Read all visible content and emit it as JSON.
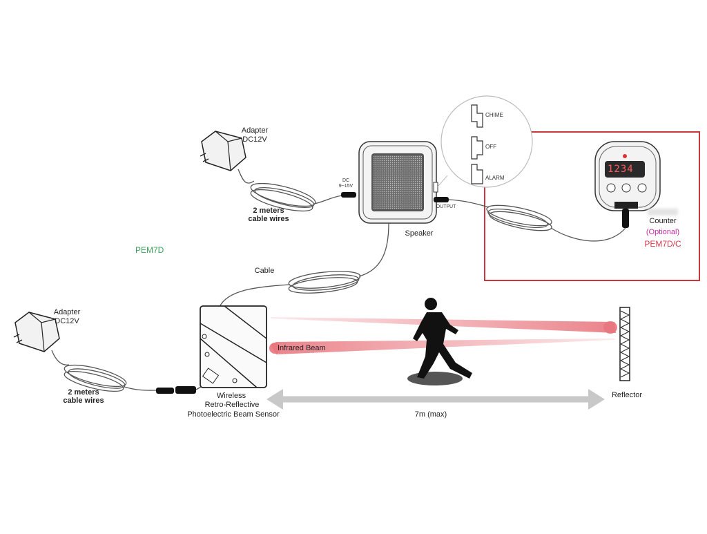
{
  "labels": {
    "adapter_top": "Adapter",
    "adapter_top_voltage": "DC12V",
    "adapter_left": "Adapter",
    "adapter_left_voltage": "DC12V",
    "cable_wires_top_1": "2 meters",
    "cable_wires_top_2": "cable wires",
    "cable_wires_left_1": "2 meters",
    "cable_wires_left_2": "cable wires",
    "dc_input_1": "DC",
    "dc_input_2": "9~15V",
    "output": "OUTPUT",
    "speaker": "Speaker",
    "model_main": "PEM7D",
    "cable": "Cable",
    "sensor_1": "Wireless",
    "sensor_2": "Retro-Reflective",
    "sensor_3": "Photoelectric Beam Sensor",
    "infrared_beam": "Infrared Beam",
    "distance": "7m (max)",
    "reflector": "Reflector",
    "counter": "Counter",
    "optional": "(Optional)",
    "model_counter": "PEM7D/C",
    "counter_display": "1234",
    "switch_options": [
      "CHIME",
      "OFF",
      "ALARM"
    ]
  },
  "colors": {
    "beam": "#e8767e",
    "highlight_box": "#c9363c",
    "model_main": "#3aa35a",
    "optional": "#c52aa8",
    "model_counter": "#d83a4a",
    "distance_arrow": "#c8c8c8"
  }
}
